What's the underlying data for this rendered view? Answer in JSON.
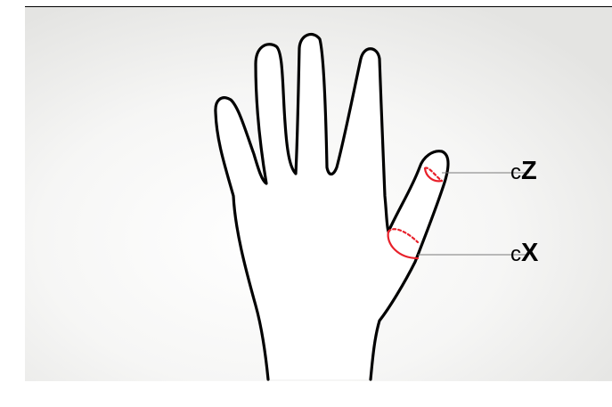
{
  "callouts": {
    "thumb_tip": {
      "prefix": "c",
      "letter": "Z"
    },
    "thumb_base": {
      "prefix": "c",
      "letter": "X"
    }
  },
  "colors": {
    "background_light": "#ffffff",
    "background_shade": "#e4e4e2",
    "hand_outline": "#000000",
    "hand_fill": "#ffffff",
    "measurement_marker": "#e8202a",
    "leader_line": "#7a7a7a"
  },
  "icons": {
    "hand": "hand-outline-icon"
  }
}
